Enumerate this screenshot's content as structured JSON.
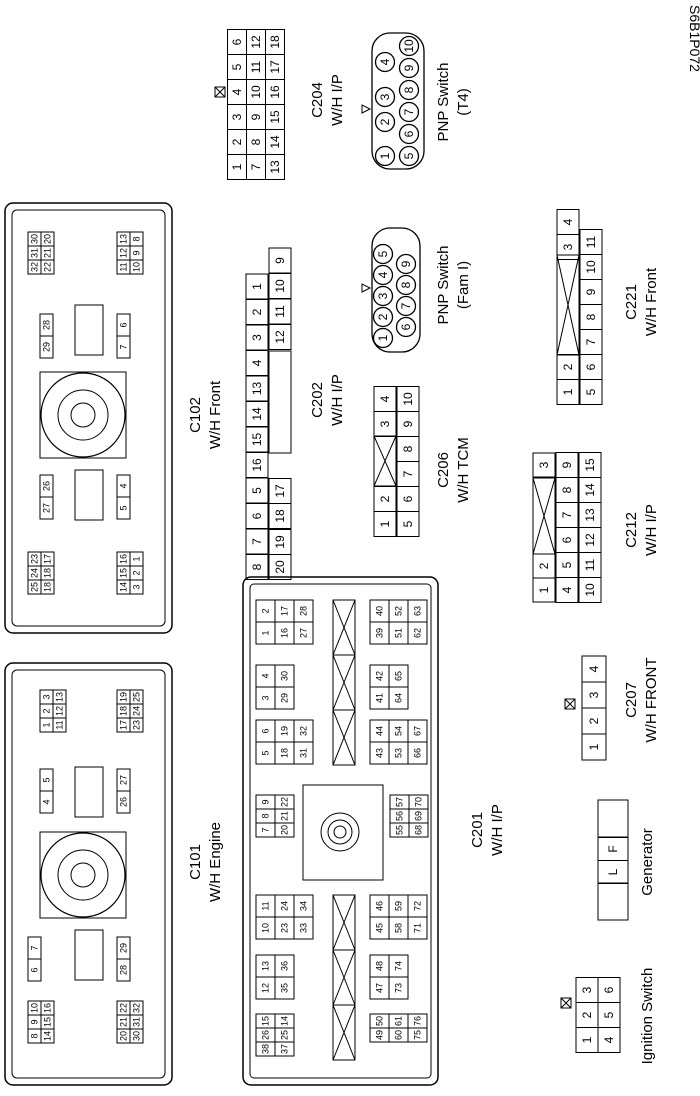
{
  "reference_code": "S6B1P072",
  "connectors": {
    "c101": {
      "label1": "C101",
      "label2": "W/H Engine",
      "pins_left": [
        [
          "10",
          "9",
          "8"
        ],
        [
          "16",
          "15",
          "14"
        ],
        [
          "22",
          "21",
          "20"
        ],
        [
          "32",
          "31",
          "30"
        ],
        [
          "7",
          "6"
        ],
        [
          "29",
          "28"
        ],
        [
          "5",
          "4"
        ],
        [
          "27",
          "26"
        ],
        [
          "3",
          "2",
          "1"
        ],
        [
          "13",
          "12",
          "11"
        ],
        [
          "19",
          "18",
          "17"
        ],
        [
          "25",
          "24",
          "23"
        ]
      ]
    },
    "c102": {
      "label1": "C102",
      "label2": "W/H Front",
      "pins": [
        [
          "23",
          "24",
          "25"
        ],
        [
          "17",
          "18",
          "18"
        ],
        [
          "16",
          "15",
          "14"
        ],
        [
          "1",
          "2",
          "3"
        ],
        [
          "26",
          "27"
        ],
        [
          "4",
          "5"
        ],
        [
          "28",
          "29"
        ],
        [
          "6",
          "7"
        ],
        [
          "30",
          "31",
          "32"
        ],
        [
          "20",
          "21",
          "22"
        ],
        [
          "13",
          "12",
          "11"
        ],
        [
          "8",
          "9",
          "10"
        ]
      ]
    },
    "c201": {
      "label1": "C201",
      "label2": "W/H I/P",
      "cols": [
        [
          "15",
          "26",
          "38"
        ],
        [
          "14",
          "25",
          "37"
        ],
        [
          "13",
          "12"
        ],
        [
          "36",
          "35"
        ],
        [
          "11",
          "10"
        ],
        [
          "24",
          "23"
        ],
        [
          "34",
          "33"
        ],
        [
          "9",
          "8",
          "7"
        ],
        [
          "22",
          "21",
          "20"
        ],
        [
          "6",
          "5"
        ],
        [
          "19",
          "18"
        ],
        [
          "32",
          "31"
        ],
        [
          "4",
          "3"
        ],
        [
          "30",
          "29"
        ],
        [
          "2",
          "1"
        ],
        [
          "17",
          "16"
        ],
        [
          "28",
          "27"
        ],
        [
          "50",
          "49"
        ],
        [
          "61",
          "60"
        ],
        [
          "76",
          "75"
        ],
        [
          "48",
          "47"
        ],
        [
          "74",
          "73"
        ],
        [
          "46",
          "45"
        ],
        [
          "59",
          "58"
        ],
        [
          "72",
          "71"
        ],
        [
          "57",
          "56",
          "55"
        ],
        [
          "70",
          "69",
          "68"
        ],
        [
          "44",
          "43"
        ],
        [
          "54",
          "53"
        ],
        [
          "67",
          "66"
        ],
        [
          "42",
          "41"
        ],
        [
          "65",
          "64"
        ],
        [
          "40",
          "39"
        ],
        [
          "52",
          "51"
        ],
        [
          "63",
          "62"
        ]
      ]
    },
    "c202": {
      "label1": "C202",
      "label2": "W/H I/P",
      "row_top": [
        "8",
        "7",
        "6",
        "5",
        "16",
        "15",
        "14",
        "13",
        "4",
        "3",
        "2",
        "1"
      ],
      "row_bot": [
        "20",
        "19",
        "18",
        "17",
        "12",
        "11",
        "10",
        "9"
      ]
    },
    "c204": {
      "label1": "C204",
      "label2": "W/H I/P",
      "row1": [
        "1",
        "2",
        "3",
        "4",
        "5",
        "6"
      ],
      "row2": [
        "7",
        "8",
        "9",
        "10",
        "11",
        "12"
      ],
      "row3": [
        "13",
        "14",
        "15",
        "16",
        "17",
        "18"
      ]
    },
    "c206": {
      "label1": "C206",
      "label2": "W/H TCM",
      "row_top": [
        "1",
        "2",
        "3",
        "4"
      ],
      "row_bot": [
        "5",
        "6",
        "7",
        "8",
        "9",
        "10"
      ]
    },
    "c207": {
      "label1": "C207",
      "label2": "W/H FRONT",
      "pins": [
        "1",
        "2",
        "3",
        "4"
      ]
    },
    "c212": {
      "label1": "C212",
      "label2": "W/H I/P",
      "row_top": [
        "1",
        "2",
        "3"
      ],
      "row_mid": [
        "4",
        "5",
        "6",
        "7",
        "8",
        "9"
      ],
      "row_bot": [
        "10",
        "11",
        "12",
        "13",
        "14",
        "15"
      ]
    },
    "c221": {
      "label1": "C221",
      "label2": "W/H Front",
      "row_top": [
        "1",
        "2",
        "3",
        "4"
      ],
      "row_bot": [
        "5",
        "6",
        "7",
        "8",
        "9",
        "10",
        "11"
      ]
    },
    "pnp_fam": {
      "label1": "PNP Switch",
      "label2": "(Fam I)",
      "row_top": [
        "1",
        "2",
        "3",
        "4",
        "5"
      ],
      "row_bot": [
        "6",
        "7",
        "8",
        "9"
      ]
    },
    "pnp_t4": {
      "label1": "PNP Switch",
      "label2": "(T4)",
      "row_top": [
        "1",
        "2",
        "3",
        "4"
      ],
      "row_bot": [
        "5",
        "6",
        "7",
        "8",
        "9",
        "10"
      ]
    },
    "generator": {
      "label": "Generator",
      "pins": [
        "L",
        "F"
      ]
    },
    "ignition": {
      "label": "Ignition Switch",
      "row1": [
        "1",
        "2",
        "3"
      ],
      "row2": [
        "4",
        "5",
        "6"
      ]
    }
  }
}
